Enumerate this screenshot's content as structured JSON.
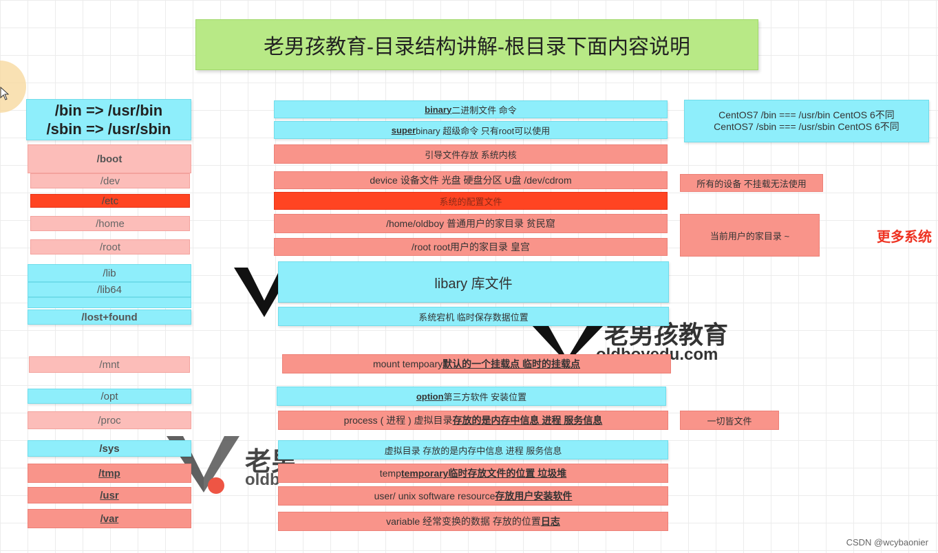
{
  "title": "老男孩教育-目录结构讲解-根目录下面内容说明",
  "left": {
    "bin_sbin_line1": "/bin => /usr/bin",
    "bin_sbin_line2": "/sbin => /usr/sbin",
    "boot": "/boot",
    "dev": "/dev",
    "etc": "/etc",
    "home": "/home",
    "root": "/root",
    "lib": "/lib",
    "lib64": "/lib64",
    "lost_found": "/lost+found",
    "mnt": "/mnt",
    "opt": "/opt",
    "proc": "/proc",
    "sys": "/sys",
    "tmp": "/tmp",
    "usr": "/usr",
    "var": "/var"
  },
  "middle": {
    "binary_kw": "binary",
    "binary_desc": " 二进制文件 命令",
    "super_kw": "super",
    "super_desc": " binary 超级命令  只有root可以使用",
    "boot_desc": "引导文件存放  系统内核",
    "dev_desc": "device  设备文件 光盘 硬盘分区 U盘   /dev/cdrom",
    "etc_desc": "系统的配置文件",
    "home_desc": "/home/oldboy   普通用户的家目录 贫民窟",
    "root_desc": "/root  root用户的家目录  皇宫",
    "lib_desc": "libary 库文件",
    "lost_desc": "系统宕机 临时保存数据位置",
    "mnt_desc_plain": "mount  tempoary ",
    "mnt_desc_bold": "默认的一个挂载点  临时的挂载点",
    "opt_kw": "option",
    "opt_desc": "  第三方软件 安装位置",
    "proc_desc_plain": "process ( 进程 )  虚拟目录  ",
    "proc_desc_bold": "存放的是内存中信息 进程 服务信息",
    "sys_desc": "虚拟目录  存放的是内存中信息 进程 服务信息",
    "tmp_plain": "temp  ",
    "tmp_kw": "temporary",
    "tmp_bold": " 临时存放文件的位置  垃圾堆",
    "usr_plain": "user/ unix software resource ",
    "usr_bold": "存放用户安装软件",
    "var_plain": "variable 经常变换的数据 存放的位置 ",
    "var_bold": "日志"
  },
  "right": {
    "centos_line1": "CentOS7 /bin === /usr/bin CentOS 6不同",
    "centos_line2": "CentOS7 /sbin === /usr/sbin CentOS 6不同",
    "dev_note": "所有的设备 不挂载无法使用",
    "home_note": "当前用户的家目录 ~",
    "proc_note": "一切皆文件"
  },
  "watermark": {
    "brand": "老男孩教育",
    "domain": "oldboyedu.com",
    "brand_partial": "老男",
    "domain_partial": "oldb",
    "side_text": "更多系统"
  },
  "footer": "CSDN @wcybaonier",
  "colors": {
    "cyan": "#8eeefb",
    "pink": "#fcbdb9",
    "salmon": "#f9948a",
    "red": "#ff4422",
    "green": "#b8e986"
  }
}
